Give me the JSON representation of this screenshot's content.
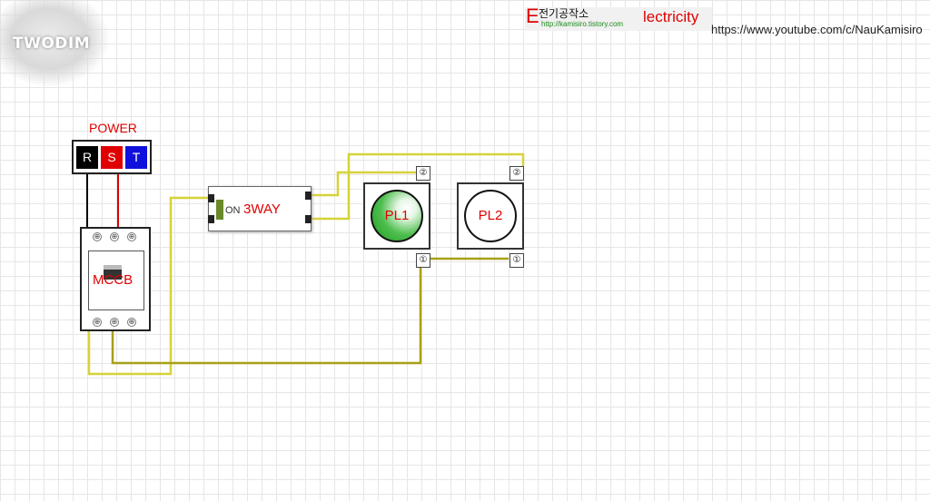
{
  "watermark": {
    "text": "TWODIM"
  },
  "brand": {
    "e_letter": "E",
    "korean": "전기공작소",
    "url": "http://kamisiro.tistory.com",
    "rest": "lectricity",
    "youtube": "https://www.youtube.com/c/NauKamisiro"
  },
  "power": {
    "label": "POWER",
    "terminals": [
      "R",
      "S",
      "T"
    ]
  },
  "mccb": {
    "label": "MCCB",
    "screw_symbol": "⊕"
  },
  "switch": {
    "on_label": "ON",
    "label": "3WAY"
  },
  "lamps": [
    {
      "label": "PL1",
      "state": "on",
      "terminal_top": "②",
      "terminal_bottom": "①"
    },
    {
      "label": "PL2",
      "state": "off",
      "terminal_top": "②",
      "terminal_bottom": "①"
    }
  ],
  "colors": {
    "red": "#e00000",
    "wire_yellow": "#d6d23a",
    "wire_olive": "#a8a018",
    "wire_black": "#000000",
    "wire_red": "#e00000",
    "lamp_green": "#2aa52a",
    "terminal_blue": "#1010dd"
  }
}
